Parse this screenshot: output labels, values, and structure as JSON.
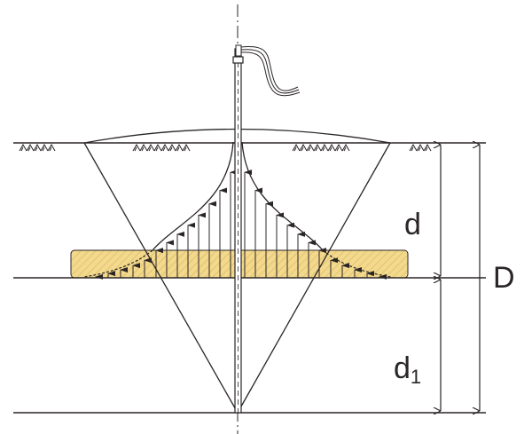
{
  "labels": {
    "d": "d",
    "D": "D",
    "d1_main": "d",
    "d1_sub": "1"
  },
  "colors": {
    "line": "#2a2526",
    "layer_fill": "#f3d98e",
    "layer_hatch": "#d9b75a"
  }
}
